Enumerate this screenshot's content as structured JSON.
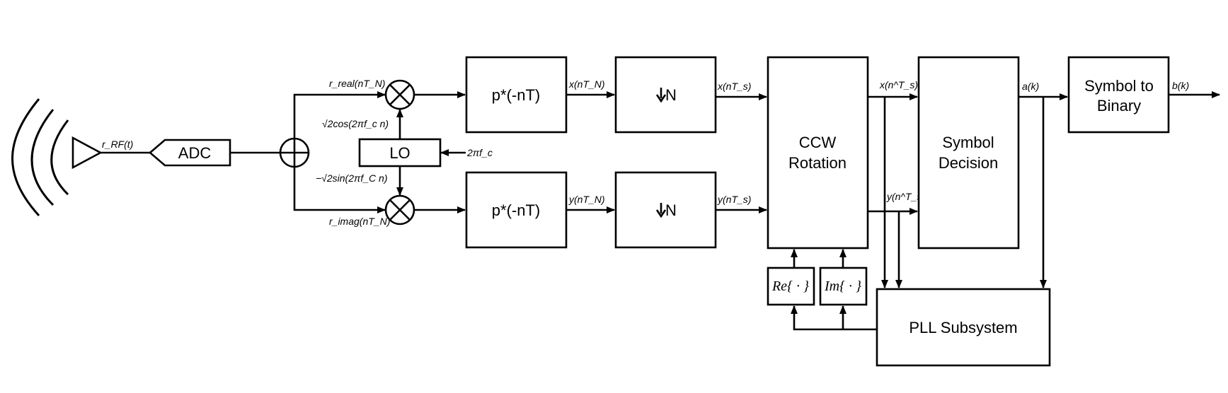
{
  "blocks": {
    "adc": "ADC",
    "lo": "LO",
    "matched_filter_top": "p*(-nT)",
    "matched_filter_bottom": "p*(-nT)",
    "downsample_top": "N",
    "downsample_bottom": "N",
    "ccw_line1": "CCW",
    "ccw_line2": "Rotation",
    "decision_line1": "Symbol",
    "decision_line2": "Decision",
    "binary_line1": "Symbol to",
    "binary_line2": "Binary",
    "pll": "PLL Subsystem",
    "re": "Re{ · }",
    "im": "Im{ · }"
  },
  "signals": {
    "rf": "r_RF(t)",
    "r_real": "r_real(nT_N)",
    "r_imag": "r_imag(nT_N)",
    "cos_ref": "√2cos(2πf_c n)",
    "sin_ref": "−√2sin(2πf_C n)",
    "lo_freq": "2πf_c",
    "x_n": "x(nT_N)",
    "y_n": "y(nT_N)",
    "x_s": "x(nT_s)",
    "y_s": "y(nT_s)",
    "x_hat": "x(n^T_s)",
    "y_hat": "y(n^T_s)",
    "a_k": "a(k)",
    "b_k": "b(k)"
  },
  "icons": [
    "antenna-waves-icon",
    "amplifier-triangle-icon",
    "summer-icon",
    "multiplier-icon",
    "down-arrow-icon"
  ]
}
